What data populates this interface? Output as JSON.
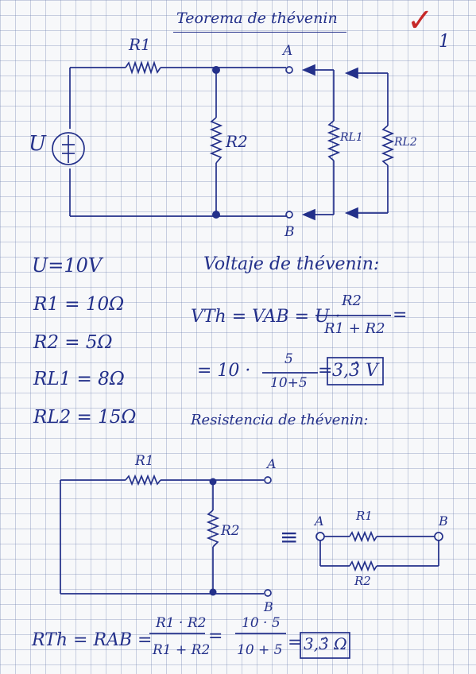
{
  "header": {
    "title": "Teorema de thévenin",
    "page_number": "1",
    "check_mark": "✓"
  },
  "circuit1": {
    "source_label": "U",
    "r1": "R1",
    "r2": "R2",
    "rl1": "RL1",
    "rl2": "RL2",
    "node_a": "A",
    "node_b": "B"
  },
  "givens": {
    "u": "U=10V",
    "r1": "R1 = 10Ω",
    "r2": "R2 = 5Ω",
    "rl1": "RL1 = 8Ω",
    "rl2": "RL2 = 15Ω"
  },
  "voltage": {
    "heading": "Voltaje de thévenin:",
    "lhs": "VTh = VAB = U ·",
    "num": "R2",
    "den": "R1 + R2",
    "eq_end": "=",
    "line2_prefix": "= 10 ·",
    "num2": "5",
    "den2": "10+5",
    "result": "3,3̂ V"
  },
  "resistance": {
    "heading": "Resistencia de thévenin:",
    "lhs": "RTh = RAB =",
    "num": "R1 · R2",
    "den": "R1 + R2",
    "eq": "=",
    "num2": "10 · 5",
    "den2": "10 + 5",
    "result": "3,3̂ Ω"
  },
  "circuit2": {
    "r1": "R1",
    "r2": "R2",
    "node_a": "A",
    "node_b": "B",
    "equiv": "≡"
  },
  "circuit3": {
    "node_a": "A",
    "node_b": "B",
    "r1": "R1",
    "r2": "R2"
  }
}
